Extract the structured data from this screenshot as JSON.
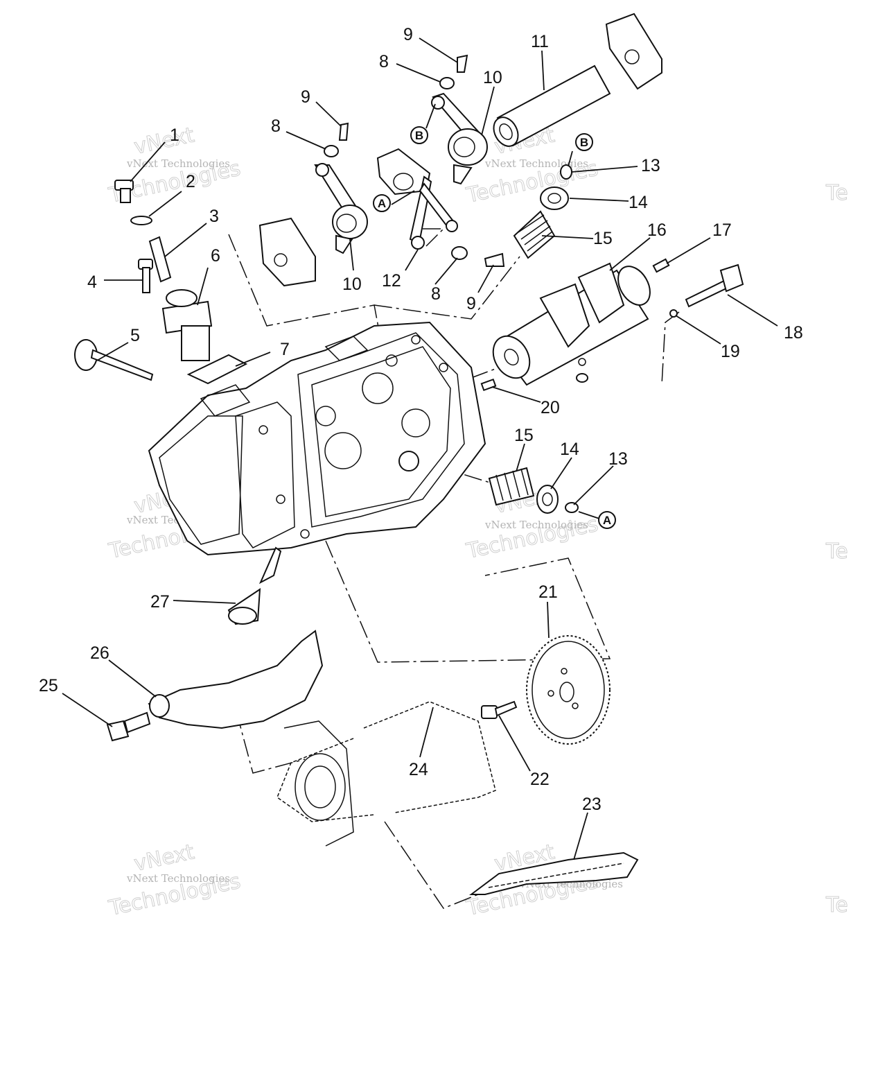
{
  "watermark": {
    "line1": "vNext",
    "line2": "vNext Technologies",
    "line3": "Technologies",
    "edge": "Te"
  },
  "markers": {
    "a": "A",
    "b": "B"
  },
  "callouts": [
    {
      "id": "c1",
      "label": "1"
    },
    {
      "id": "c2",
      "label": "2"
    },
    {
      "id": "c3",
      "label": "3"
    },
    {
      "id": "c4",
      "label": "4"
    },
    {
      "id": "c5",
      "label": "5"
    },
    {
      "id": "c6",
      "label": "6"
    },
    {
      "id": "c7",
      "label": "7"
    },
    {
      "id": "c8a",
      "label": "8"
    },
    {
      "id": "c8b",
      "label": "8"
    },
    {
      "id": "c8c",
      "label": "8"
    },
    {
      "id": "c9a",
      "label": "9"
    },
    {
      "id": "c9b",
      "label": "9"
    },
    {
      "id": "c9c",
      "label": "9"
    },
    {
      "id": "c10a",
      "label": "10"
    },
    {
      "id": "c10b",
      "label": "10"
    },
    {
      "id": "c11",
      "label": "11"
    },
    {
      "id": "c12",
      "label": "12"
    },
    {
      "id": "c13a",
      "label": "13"
    },
    {
      "id": "c13b",
      "label": "13"
    },
    {
      "id": "c14a",
      "label": "14"
    },
    {
      "id": "c14b",
      "label": "14"
    },
    {
      "id": "c15a",
      "label": "15"
    },
    {
      "id": "c15b",
      "label": "15"
    },
    {
      "id": "c16",
      "label": "16"
    },
    {
      "id": "c17",
      "label": "17"
    },
    {
      "id": "c18",
      "label": "18"
    },
    {
      "id": "c19",
      "label": "19"
    },
    {
      "id": "c20",
      "label": "20"
    },
    {
      "id": "c21",
      "label": "21"
    },
    {
      "id": "c22",
      "label": "22"
    },
    {
      "id": "c23",
      "label": "23"
    },
    {
      "id": "c24",
      "label": "24"
    },
    {
      "id": "c25",
      "label": "25"
    },
    {
      "id": "c26",
      "label": "26"
    },
    {
      "id": "c27",
      "label": "27"
    }
  ]
}
